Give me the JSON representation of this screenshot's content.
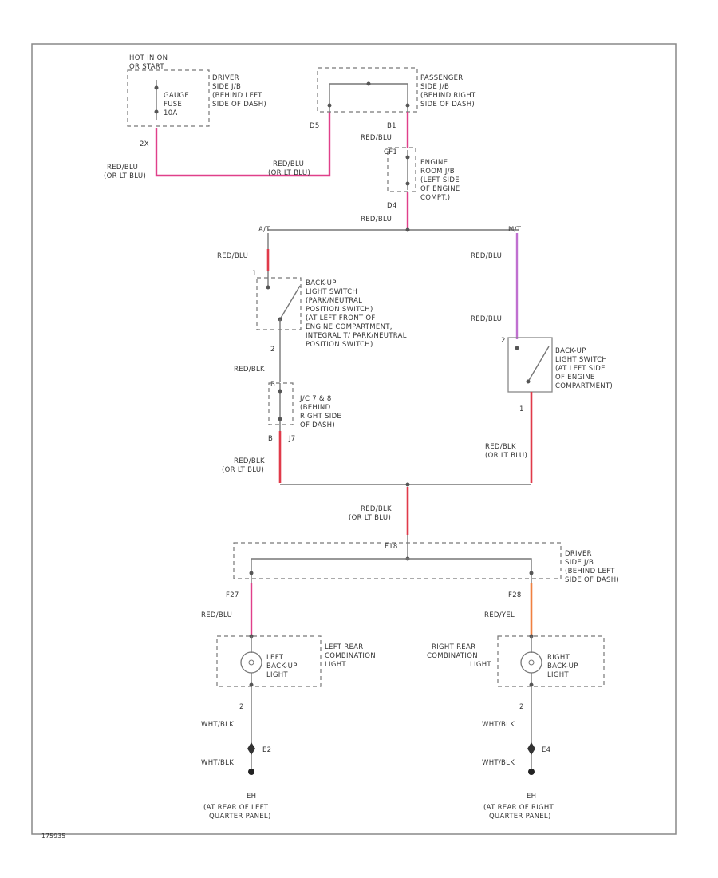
{
  "components": {
    "hot_fuse_box": {
      "header": [
        "HOT IN ON",
        "OR START"
      ],
      "name": [
        "GAUGE",
        "FUSE",
        "10A"
      ]
    },
    "driver_jb_top": {
      "desc": [
        "DRIVER",
        "SIDE J/B",
        "(BEHIND LEFT",
        "SIDE OF DASH)"
      ]
    },
    "passenger_jb": {
      "desc": [
        "PASSENGER",
        "SIDE J/B",
        "(BEHIND RIGHT",
        "SIDE OF DASH)"
      ]
    },
    "engine_jb": {
      "desc": [
        "ENGINE",
        "ROOM J/B",
        "(LEFT SIDE",
        "OF ENGINE",
        "COMPT.)"
      ]
    },
    "at_switch": {
      "desc": [
        "BACK-UP",
        "LIGHT SWITCH",
        "(PARK/NEUTRAL",
        "POSITION SWITCH)",
        "(AT LEFT FRONT OF",
        "ENGINE COMPARTMENT,",
        "INTEGRAL T/ PARK/NEUTRAL",
        "POSITION SWITCH)"
      ]
    },
    "mt_switch": {
      "desc": [
        "BACK-UP",
        "LIGHT SWITCH",
        "(AT LEFT SIDE",
        "OF ENGINE",
        "COMPARTMENT)"
      ]
    },
    "jct_block": {
      "desc": [
        "J/C 7 & 8",
        "(BEHIND",
        "RIGHT SIDE",
        "OF DASH)"
      ]
    },
    "driver_jb_bottom": {
      "desc": [
        "DRIVER",
        "SIDE J/B",
        "(BEHIND LEFT",
        "SIDE OF DASH)"
      ]
    },
    "left_lamp": {
      "box": [
        "LEFT REAR",
        "COMBINATION",
        "LIGHT"
      ],
      "bulb": [
        "LEFT",
        "BACK-UP",
        "LIGHT"
      ]
    },
    "right_lamp": {
      "box": [
        "RIGHT REAR",
        "COMBINATION",
        "LIGHT"
      ],
      "bulb": [
        "RIGHT",
        "BACK-UP",
        "LIGHT"
      ]
    },
    "left_ground": {
      "id": "EH",
      "desc": [
        "(AT REAR OF LEFT",
        "QUARTER PANEL)"
      ]
    },
    "right_ground": {
      "id": "EH",
      "desc": [
        "(AT REAR OF RIGHT",
        "QUARTER PANEL)"
      ]
    }
  },
  "pins": {
    "fuse_out": "2X",
    "pj_in": "D5",
    "pj_out": "B1",
    "ej_in": "CF1",
    "ej_out": "D4",
    "at_pin_in": "1",
    "at_pin_out": "2",
    "jc_in": "B",
    "jc_out": "B",
    "jc_tag": "J7",
    "mt_pin_in": "2",
    "mt_pin_out": "1",
    "dj_in": "F18",
    "dj_left": "F27",
    "dj_right": "F28",
    "ll_pin": "2",
    "rl_pin": "2",
    "l_conn": "E2",
    "r_conn": "E4"
  },
  "branches": {
    "at": "A/T",
    "mt": "M/T"
  },
  "wires": {
    "fuse_out": "RED/BLU",
    "fuse_alt": "(OR LT BLU)",
    "pj_link": "RED/BLU",
    "pj_link_alt": "(OR LT BLU)",
    "pj_ej": "RED/BLU",
    "ej_out": "RED/BLU",
    "at_in": "RED/BLU",
    "at_out": "RED/BLK",
    "jc_out": "RED/BLK",
    "jc_out_alt": "(OR LT BLU)",
    "mt_in": "RED/BLU",
    "mt_in2": "RED/BLU",
    "mt_out": "RED/BLK",
    "mt_out_alt": "(OR LT BLU)",
    "merge": "RED/BLK",
    "merge_alt": "(OR LT BLU)",
    "left_lamp_in": "RED/BLU",
    "right_lamp_in": "RED/YEL",
    "left_gnd1": "WHT/BLK",
    "left_gnd2": "WHT/BLK",
    "right_gnd1": "WHT/BLK",
    "right_gnd2": "WHT/BLK"
  },
  "footer": {
    "code": "175935"
  }
}
